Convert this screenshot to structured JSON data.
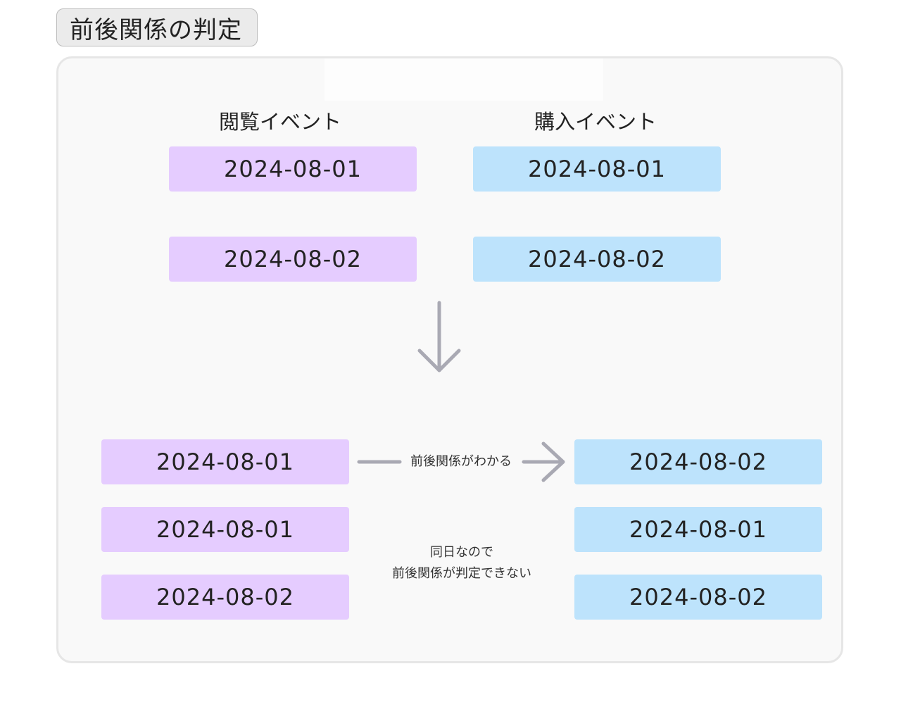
{
  "title": "前後関係の判定",
  "top": {
    "view_header": "閲覧イベント",
    "buy_header": "購入イベント",
    "view_dates": [
      "2024-08-01",
      "2024-08-02"
    ],
    "buy_dates": [
      "2024-08-01",
      "2024-08-02"
    ]
  },
  "bottom": {
    "view_dates": [
      "2024-08-01",
      "2024-08-01",
      "2024-08-02"
    ],
    "buy_dates": [
      "2024-08-02",
      "2024-08-01",
      "2024-08-02"
    ],
    "known_label": "前後関係がわかる",
    "unknown_label_line1": "同日なので",
    "unknown_label_line2": "前後関係が判定できない"
  },
  "colors": {
    "view_box": "#e5ccff",
    "buy_box": "#bde3fc",
    "arrow": "#a9a9b3"
  }
}
